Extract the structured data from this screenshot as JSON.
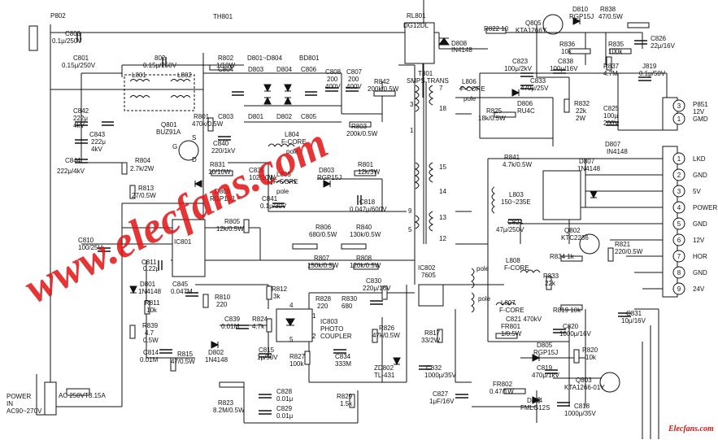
{
  "watermark": {
    "main_text": "www.elecfans.com",
    "corner_text": "Elecfans.com",
    "color": "#e01414"
  },
  "connectors": {
    "top_left": "P802",
    "right": "P851",
    "right_labels": [
      "12V",
      "GMD"
    ],
    "right_pin_nums": [
      "3",
      "1"
    ],
    "cn_pins": [
      "1",
      "2",
      "3",
      "4",
      "5",
      "6",
      "7",
      "8",
      "9"
    ],
    "cn_labels": [
      "LKD",
      "GND",
      "5V",
      "POWER",
      "GND",
      "12V",
      "HOR",
      "GND",
      "24V"
    ],
    "power_in": [
      "POWER",
      "IN",
      "AC90~270V"
    ]
  },
  "labels": [
    {
      "id": "c803",
      "t": "C803"
    },
    {
      "id": "c803v",
      "t": "0.1μ/250V"
    },
    {
      "id": "th801",
      "t": "TH801"
    },
    {
      "id": "rl801",
      "t": "RL801"
    },
    {
      "id": "rl801v",
      "t": "DG12DL"
    },
    {
      "id": "d808",
      "t": "D808"
    },
    {
      "id": "d808v",
      "t": "IN4148"
    },
    {
      "id": "r822",
      "t": "R822 10"
    },
    {
      "id": "q805",
      "t": "Q805"
    },
    {
      "id": "q805v",
      "t": "KTA1266Y"
    },
    {
      "id": "d810",
      "t": "D810"
    },
    {
      "id": "d810v",
      "t": "RGP15J"
    },
    {
      "id": "r838",
      "t": "R838"
    },
    {
      "id": "r838v",
      "t": "47/0.5W"
    },
    {
      "id": "r836",
      "t": "R836"
    },
    {
      "id": "r836v",
      "t": "10k"
    },
    {
      "id": "r835",
      "t": "R835"
    },
    {
      "id": "r835v",
      "t": "100k"
    },
    {
      "id": "c826",
      "t": "C826"
    },
    {
      "id": "c826v",
      "t": "22μ/16V"
    },
    {
      "id": "c838",
      "t": "C838"
    },
    {
      "id": "c838v",
      "t": "100μ/16V"
    },
    {
      "id": "r837",
      "t": "R837"
    },
    {
      "id": "r837v",
      "t": "4.7M"
    },
    {
      "id": "j819",
      "t": "J819"
    },
    {
      "id": "j819v",
      "t": "0.1μ/50V"
    },
    {
      "id": "c801",
      "t": "C801"
    },
    {
      "id": "c801v",
      "t": "0.15μ/250V"
    },
    {
      "id": "l802n",
      "t": "802"
    },
    {
      "id": "l802v",
      "t": "0.15μ/250V"
    },
    {
      "id": "l801",
      "t": "L801"
    },
    {
      "id": "l802",
      "t": "L802"
    },
    {
      "id": "r802",
      "t": "R802"
    },
    {
      "id": "r802v",
      "t": "1/10W"
    },
    {
      "id": "d801g",
      "t": "D801~D804"
    },
    {
      "id": "bd801",
      "t": "BD801"
    },
    {
      "id": "c804",
      "t": "C804"
    },
    {
      "id": "d803",
      "t": "D803"
    },
    {
      "id": "d804",
      "t": "D804"
    },
    {
      "id": "c806",
      "t": "C806"
    },
    {
      "id": "c803b",
      "t": "C803"
    },
    {
      "id": "d801",
      "t": "D801"
    },
    {
      "id": "d802",
      "t": "D802"
    },
    {
      "id": "c805",
      "t": "C805"
    },
    {
      "id": "c808",
      "t": "C808"
    },
    {
      "id": "c808a",
      "t": "200"
    },
    {
      "id": "c808b",
      "t": "400V"
    },
    {
      "id": "c807",
      "t": "C807"
    },
    {
      "id": "c807a",
      "t": "200"
    },
    {
      "id": "c807b",
      "t": "400V"
    },
    {
      "id": "t801",
      "t": "T801"
    },
    {
      "id": "t801v",
      "t": "SMPS TRANS"
    },
    {
      "id": "r842",
      "t": "R842"
    },
    {
      "id": "r842v",
      "t": "200k/0.5W"
    },
    {
      "id": "c823",
      "t": "C823"
    },
    {
      "id": "c823v",
      "t": "100μ/2kV"
    },
    {
      "id": "c833",
      "t": "C833"
    },
    {
      "id": "c833v",
      "t": "470μ/25V"
    },
    {
      "id": "l806",
      "t": "L806"
    },
    {
      "id": "l806v",
      "t": "F-CORE"
    },
    {
      "id": "l806p",
      "t": "pole"
    },
    {
      "id": "d806",
      "t": "D806"
    },
    {
      "id": "d806v",
      "t": "RU4C"
    },
    {
      "id": "r832",
      "t": "R832"
    },
    {
      "id": "r832a",
      "t": "22k"
    },
    {
      "id": "r832b",
      "t": "2W"
    },
    {
      "id": "c825",
      "t": "C825"
    },
    {
      "id": "c825a",
      "t": "100μ"
    },
    {
      "id": "c825b",
      "t": "200V"
    },
    {
      "id": "r825",
      "t": "R825"
    },
    {
      "id": "r825v",
      "t": "18k/0.5W"
    },
    {
      "id": "c842",
      "t": "C842"
    },
    {
      "id": "c842a",
      "t": "222μ"
    },
    {
      "id": "c842b",
      "t": "4kV"
    },
    {
      "id": "c843",
      "t": "C843"
    },
    {
      "id": "c843a",
      "t": "222μ"
    },
    {
      "id": "c843b",
      "t": "4kV"
    },
    {
      "id": "c844",
      "t": "C844"
    },
    {
      "id": "c844v",
      "t": "222μ/4kV"
    },
    {
      "id": "r801",
      "t": "R801"
    },
    {
      "id": "r801v",
      "t": "470k/0.5W"
    },
    {
      "id": "q801",
      "t": "Q801"
    },
    {
      "id": "q801v",
      "t": "BUZ91A"
    },
    {
      "id": "l804",
      "t": "L804"
    },
    {
      "id": "l804v",
      "t": "F-CORE"
    },
    {
      "id": "l804p",
      "t": "pole"
    },
    {
      "id": "r803",
      "t": "R803"
    },
    {
      "id": "r803v",
      "t": "200k/0.5W"
    },
    {
      "id": "c840",
      "t": "C840"
    },
    {
      "id": "c840v",
      "t": "220/1kV"
    },
    {
      "id": "r804",
      "t": "R804"
    },
    {
      "id": "r804v",
      "t": "2.7k/2W"
    },
    {
      "id": "r831",
      "t": "R831"
    },
    {
      "id": "r831v",
      "t": "10/10W"
    },
    {
      "id": "c835",
      "t": "C835"
    },
    {
      "id": "c835v",
      "t": "102/10W"
    },
    {
      "id": "l805",
      "t": "L805"
    },
    {
      "id": "l805v",
      "t": "F-CORE"
    },
    {
      "id": "l805p",
      "t": "pole"
    },
    {
      "id": "d803b",
      "t": "D803"
    },
    {
      "id": "d803bv",
      "t": "RGP15J"
    },
    {
      "id": "r801b",
      "t": "R801"
    },
    {
      "id": "r801bv",
      "t": "12k/3W"
    },
    {
      "id": "r813",
      "t": "R813"
    },
    {
      "id": "r813v",
      "t": "27/0.5W"
    },
    {
      "id": "d809",
      "t": "D809"
    },
    {
      "id": "d809v",
      "t": "RGP15J"
    },
    {
      "id": "c841",
      "t": "C841"
    },
    {
      "id": "c841v",
      "t": "0.1μ/30V"
    },
    {
      "id": "c818",
      "t": "C818"
    },
    {
      "id": "c818v",
      "t": "0.047μ/600V"
    },
    {
      "id": "r805",
      "t": "R805"
    },
    {
      "id": "r805v",
      "t": "12k/0.5W"
    },
    {
      "id": "r806",
      "t": "R806"
    },
    {
      "id": "r806v",
      "t": "680/0.5W"
    },
    {
      "id": "r840",
      "t": "R840"
    },
    {
      "id": "r840v",
      "t": "130k/0.5W"
    },
    {
      "id": "c810",
      "t": "C810"
    },
    {
      "id": "c810v",
      "t": "100/25V"
    },
    {
      "id": "ic801",
      "t": "IC801"
    },
    {
      "id": "c811",
      "t": "C811"
    },
    {
      "id": "c811v",
      "t": "0.22μ"
    },
    {
      "id": "r807",
      "t": "R807"
    },
    {
      "id": "r807v",
      "t": "150k/0.5W"
    },
    {
      "id": "r808",
      "t": "R808"
    },
    {
      "id": "r808v",
      "t": "120k/0.5W"
    },
    {
      "id": "d801b",
      "t": "D801"
    },
    {
      "id": "d801bv",
      "t": "1N4148"
    },
    {
      "id": "c845",
      "t": "C845"
    },
    {
      "id": "c845v",
      "t": "0.047M"
    },
    {
      "id": "r812",
      "t": "R812"
    },
    {
      "id": "r812v",
      "t": "3k"
    },
    {
      "id": "r811",
      "t": "R811"
    },
    {
      "id": "r811v",
      "t": "10k"
    },
    {
      "id": "r810",
      "t": "R810"
    },
    {
      "id": "r810v",
      "t": "220"
    },
    {
      "id": "c839",
      "t": "C839"
    },
    {
      "id": "c839v",
      "t": "0.01M"
    },
    {
      "id": "r824",
      "t": "R824"
    },
    {
      "id": "r824v",
      "t": "4.7k"
    },
    {
      "id": "r839",
      "t": "R839"
    },
    {
      "id": "r839a",
      "t": "4.7"
    },
    {
      "id": "r839b",
      "t": "0.5W"
    },
    {
      "id": "c814",
      "t": "C814"
    },
    {
      "id": "c814v",
      "t": "0.01M"
    },
    {
      "id": "r815",
      "t": "R815"
    },
    {
      "id": "r815v",
      "t": "47/0.5W"
    },
    {
      "id": "d802b",
      "t": "D802"
    },
    {
      "id": "d802bv",
      "t": "1N4148"
    },
    {
      "id": "c815",
      "t": "C815"
    },
    {
      "id": "c815v",
      "t": "1μ/50V"
    },
    {
      "id": "r828",
      "t": "R828"
    },
    {
      "id": "r828v",
      "t": "220"
    },
    {
      "id": "r830",
      "t": "R830"
    },
    {
      "id": "r830v",
      "t": "680"
    },
    {
      "id": "ic803",
      "t": "IC803"
    },
    {
      "id": "ic803a",
      "t": "PHOTO"
    },
    {
      "id": "ic803b",
      "t": "COUPLER"
    },
    {
      "id": "c830",
      "t": "C830"
    },
    {
      "id": "c830v",
      "t": "220μ/16V"
    },
    {
      "id": "ic802",
      "t": "IC802"
    },
    {
      "id": "ic802v",
      "t": "7605"
    },
    {
      "id": "r826",
      "t": "R826"
    },
    {
      "id": "r826v",
      "t": "47k/0.5W"
    },
    {
      "id": "r827",
      "t": "R827"
    },
    {
      "id": "r827v",
      "t": "100k"
    },
    {
      "id": "c834",
      "t": "C834"
    },
    {
      "id": "c834v",
      "t": "333M"
    },
    {
      "id": "zd802",
      "t": "ZD802"
    },
    {
      "id": "zd802v",
      "t": "TL-431"
    },
    {
      "id": "r817",
      "t": "R817"
    },
    {
      "id": "r817v",
      "t": "33/2W"
    },
    {
      "id": "c832",
      "t": "C832"
    },
    {
      "id": "c832v",
      "t": "1000μ/35V"
    },
    {
      "id": "c828",
      "t": "C828"
    },
    {
      "id": "c828v",
      "t": "0.01μ"
    },
    {
      "id": "c829",
      "t": "C829"
    },
    {
      "id": "c829v",
      "t": "0.01μ"
    },
    {
      "id": "r823",
      "t": "R823"
    },
    {
      "id": "r823v",
      "t": "8.2M/0.5W"
    },
    {
      "id": "r829",
      "t": "R829"
    },
    {
      "id": "r829v",
      "t": "1.5k"
    },
    {
      "id": "c827",
      "t": "C827"
    },
    {
      "id": "c827v",
      "t": "1μF/16V"
    },
    {
      "id": "fr802",
      "t": "FR802"
    },
    {
      "id": "fr802v",
      "t": "0.47/1W"
    },
    {
      "id": "d804b",
      "t": "D804"
    },
    {
      "id": "d804bv",
      "t": "FMLG12S"
    },
    {
      "id": "c819",
      "t": "C819"
    },
    {
      "id": "c819v",
      "t": "470μ/1kV"
    },
    {
      "id": "c818b",
      "t": "C818"
    },
    {
      "id": "c818bv",
      "t": "1000μ/35V"
    },
    {
      "id": "q803",
      "t": "Q803"
    },
    {
      "id": "q803v",
      "t": "KTA1266-01Y"
    },
    {
      "id": "r820",
      "t": "R820"
    },
    {
      "id": "r820v",
      "t": "10k"
    },
    {
      "id": "d805",
      "t": "D805"
    },
    {
      "id": "d805v",
      "t": "RGP15J"
    },
    {
      "id": "fr801",
      "t": "FR801"
    },
    {
      "id": "fr801v",
      "t": "1/0.5W"
    },
    {
      "id": "c821",
      "t": "C821 470kV"
    },
    {
      "id": "c820",
      "t": "C820"
    },
    {
      "id": "c820v",
      "t": "1000μ/16V"
    },
    {
      "id": "l807",
      "t": "L807"
    },
    {
      "id": "l807v",
      "t": "F-CORE"
    },
    {
      "id": "r819",
      "t": "R819 10k"
    },
    {
      "id": "c831",
      "t": "C831"
    },
    {
      "id": "c831v",
      "t": "10μ/16V"
    },
    {
      "id": "r833",
      "t": "R833"
    },
    {
      "id": "r833v",
      "t": "22k"
    },
    {
      "id": "l808",
      "t": "L808"
    },
    {
      "id": "l808v",
      "t": "F-CORE"
    },
    {
      "id": "r834",
      "t": "R834 1k"
    },
    {
      "id": "q802",
      "t": "Q802"
    },
    {
      "id": "q802v",
      "t": "KTC2236"
    },
    {
      "id": "r821",
      "t": "R821"
    },
    {
      "id": "r821v",
      "t": "220/0.5W"
    },
    {
      "id": "c824",
      "t": "C824"
    },
    {
      "id": "c824v",
      "t": "47μ/250V"
    },
    {
      "id": "l803",
      "t": "L803"
    },
    {
      "id": "l803v",
      "t": "150~235E"
    },
    {
      "id": "r841",
      "t": "R841"
    },
    {
      "id": "r841v",
      "t": "4.7k/0.5W"
    },
    {
      "id": "d807",
      "t": "D807"
    },
    {
      "id": "d807v",
      "t": "IN4148"
    },
    {
      "id": "d807b",
      "t": "D807"
    },
    {
      "id": "d807bv",
      "t": "1N4148"
    },
    {
      "id": "pole1",
      "t": "pole"
    },
    {
      "id": "pole2",
      "t": "pole"
    },
    {
      "id": "tp3",
      "t": "3"
    },
    {
      "id": "tp1",
      "t": "1"
    },
    {
      "id": "tp7",
      "t": "7"
    },
    {
      "id": "tp18",
      "t": "18"
    },
    {
      "id": "tp15",
      "t": "15"
    },
    {
      "id": "tp14",
      "t": "14"
    },
    {
      "id": "tp13",
      "t": "13"
    },
    {
      "id": "tp12",
      "t": "12"
    },
    {
      "id": "tp9",
      "t": "9"
    },
    {
      "id": "tp5",
      "t": "5"
    },
    {
      "id": "oc1",
      "t": "1"
    },
    {
      "id": "oc2",
      "t": "2"
    },
    {
      "id": "oc4",
      "t": "4"
    },
    {
      "id": "oc5",
      "t": "5"
    },
    {
      "id": "fuse",
      "t": "AC 250VT3.15A"
    },
    {
      "id": "qs",
      "t": "S"
    },
    {
      "id": "qg",
      "t": "G"
    },
    {
      "id": "qd",
      "t": "D"
    }
  ]
}
